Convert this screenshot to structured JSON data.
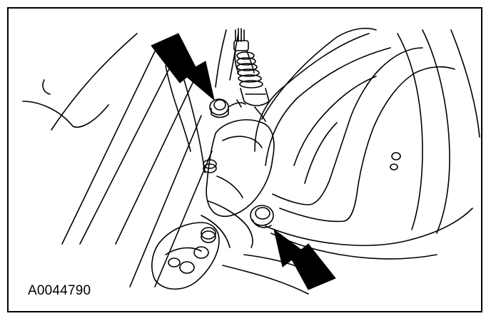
{
  "figure": {
    "id_label": "A0044790",
    "colors": {
      "ink": "#000000",
      "paper": "#ffffff"
    },
    "callout_count": 2,
    "callouts": [
      {
        "icon": "arrow-icon",
        "points_to": "upper-bolt"
      },
      {
        "icon": "arrow-icon",
        "points_to": "lower-bolt"
      }
    ]
  }
}
